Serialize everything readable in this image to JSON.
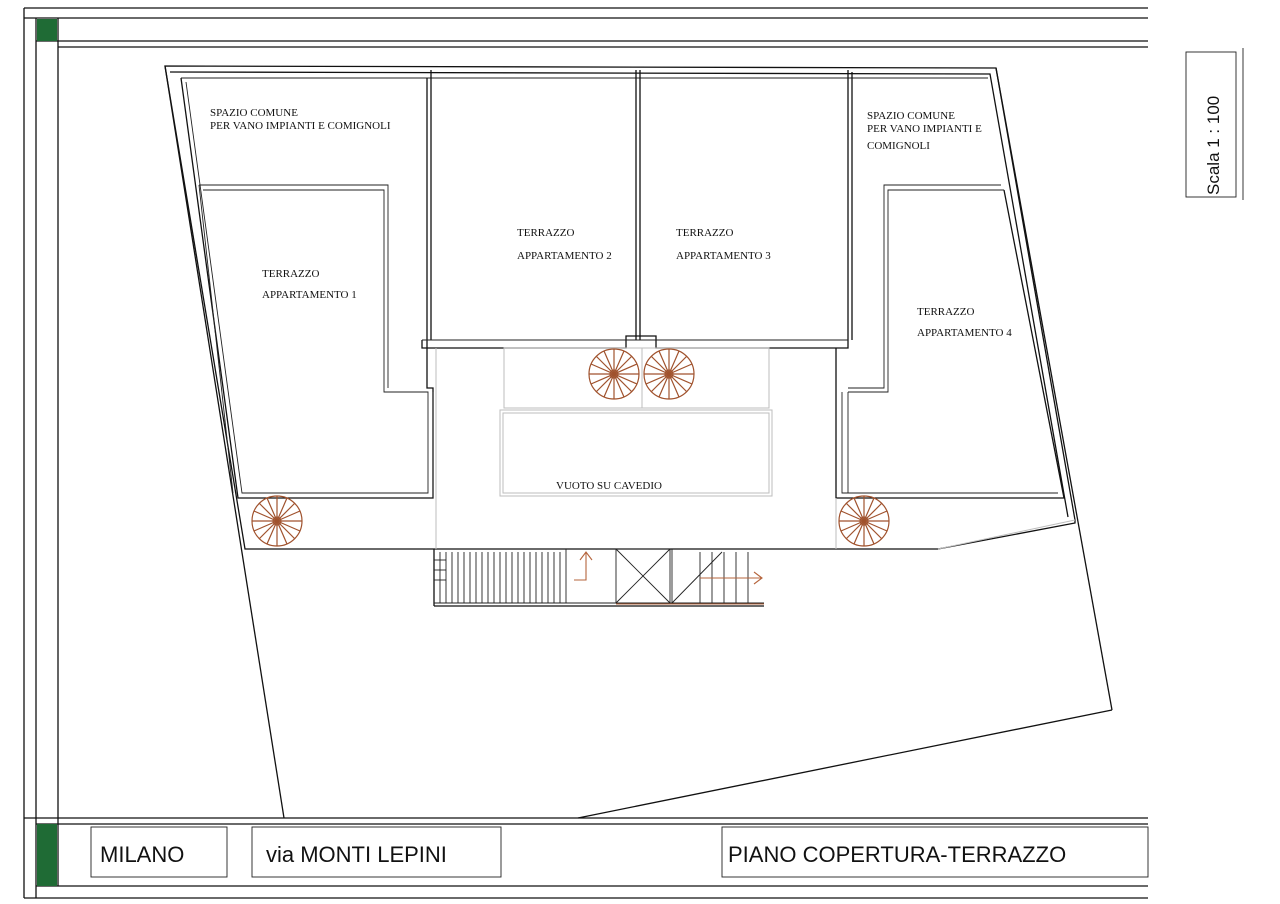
{
  "labels": {
    "common_left_1": "SPAZIO COMUNE",
    "common_left_2": "PER VANO IMPIANTI E COMIGNOLI",
    "common_right_1": "SPAZIO COMUNE",
    "common_right_2": "PER VANO IMPIANTI E",
    "common_right_3": "COMIGNOLI",
    "terrace_1_a": "TERRAZZO",
    "terrace_1_b": "APPARTAMENTO 1",
    "terrace_2_a": "TERRAZZO",
    "terrace_2_b": "APPARTAMENTO 2",
    "terrace_3_a": "TERRAZZO",
    "terrace_3_b": "APPARTAMENTO 3",
    "terrace_4_a": "TERRAZZO",
    "terrace_4_b": "APPARTAMENTO 4",
    "void": "VUOTO SU CAVEDIO"
  },
  "scale": "Scala 1 : 100",
  "title_block": {
    "city": "MILANO",
    "address": "via MONTI LEPINI",
    "sheet_title": "PIANO COPERTURA-TERRAZZO"
  },
  "colors": {
    "frame_accent": "#1f6b35",
    "spiral_stair": "#a0522d"
  }
}
